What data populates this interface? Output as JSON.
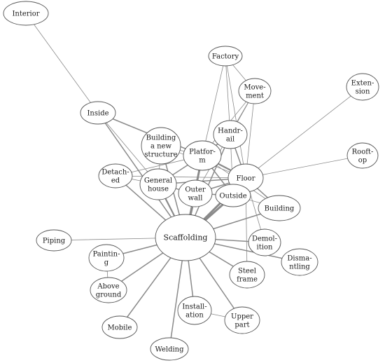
{
  "diagram": {
    "type": "co-occurrence-network",
    "nodes": [
      {
        "id": "interior",
        "lines": [
          "Interior"
        ]
      },
      {
        "id": "factory",
        "lines": [
          "Factory"
        ]
      },
      {
        "id": "movement",
        "lines": [
          "Move-",
          "ment"
        ]
      },
      {
        "id": "extension",
        "lines": [
          "Exten-",
          "sion"
        ]
      },
      {
        "id": "inside",
        "lines": [
          "Inside"
        ]
      },
      {
        "id": "handrail",
        "lines": [
          "Handr-",
          "ail"
        ]
      },
      {
        "id": "building-new-structure",
        "lines": [
          "Building",
          "a new",
          "structure"
        ]
      },
      {
        "id": "platform",
        "lines": [
          "Platfor-",
          "m"
        ]
      },
      {
        "id": "rooftop",
        "lines": [
          "Rooft-",
          "op"
        ]
      },
      {
        "id": "detached",
        "lines": [
          "Detach-",
          "ed"
        ]
      },
      {
        "id": "general-house",
        "lines": [
          "General",
          "house"
        ]
      },
      {
        "id": "floor",
        "lines": [
          "Floor"
        ]
      },
      {
        "id": "outer-wall",
        "lines": [
          "Outer",
          "wall"
        ]
      },
      {
        "id": "outside",
        "lines": [
          "Outside"
        ]
      },
      {
        "id": "building",
        "lines": [
          "Building"
        ]
      },
      {
        "id": "piping",
        "lines": [
          "Piping"
        ]
      },
      {
        "id": "scaffolding",
        "lines": [
          "Scaffolding"
        ]
      },
      {
        "id": "demolition",
        "lines": [
          "Demol-",
          "ition"
        ]
      },
      {
        "id": "painting",
        "lines": [
          "Paintin-",
          "g"
        ]
      },
      {
        "id": "dismantling",
        "lines": [
          "Disma-",
          "ntling"
        ]
      },
      {
        "id": "steel-frame",
        "lines": [
          "Steel",
          "frame"
        ]
      },
      {
        "id": "above-ground",
        "lines": [
          "Above",
          "ground"
        ]
      },
      {
        "id": "installation",
        "lines": [
          "Install-",
          "ation"
        ]
      },
      {
        "id": "upper-part",
        "lines": [
          "Upper",
          "part"
        ]
      },
      {
        "id": "mobile",
        "lines": [
          "Mobile"
        ]
      },
      {
        "id": "welding",
        "lines": [
          "Welding"
        ]
      }
    ],
    "edges": [
      {
        "from": "interior",
        "to": "inside",
        "weight": 1
      },
      {
        "from": "inside",
        "to": "scaffolding",
        "weight": 2
      },
      {
        "from": "inside",
        "to": "platform",
        "weight": 2
      },
      {
        "from": "inside",
        "to": "general-house",
        "weight": 1
      },
      {
        "from": "factory",
        "to": "movement",
        "weight": 1
      },
      {
        "from": "factory",
        "to": "handrail",
        "weight": 1
      },
      {
        "from": "factory",
        "to": "platform",
        "weight": 1
      },
      {
        "from": "factory",
        "to": "floor",
        "weight": 1
      },
      {
        "from": "movement",
        "to": "handrail",
        "weight": 1
      },
      {
        "from": "movement",
        "to": "platform",
        "weight": 1
      },
      {
        "from": "movement",
        "to": "floor",
        "weight": 1
      },
      {
        "from": "movement",
        "to": "outer-wall",
        "weight": 1
      },
      {
        "from": "extension",
        "to": "floor",
        "weight": 1
      },
      {
        "from": "rooftop",
        "to": "floor",
        "weight": 1
      },
      {
        "from": "handrail",
        "to": "platform",
        "weight": 2
      },
      {
        "from": "handrail",
        "to": "floor",
        "weight": 2
      },
      {
        "from": "handrail",
        "to": "scaffolding",
        "weight": 2
      },
      {
        "from": "handrail",
        "to": "outside",
        "weight": 1
      },
      {
        "from": "building-new-structure",
        "to": "platform",
        "weight": 1
      },
      {
        "from": "building-new-structure",
        "to": "scaffolding",
        "weight": 2
      },
      {
        "from": "building-new-structure",
        "to": "floor",
        "weight": 1
      },
      {
        "from": "building-new-structure",
        "to": "general-house",
        "weight": 1
      },
      {
        "from": "platform",
        "to": "floor",
        "weight": 3
      },
      {
        "from": "platform",
        "to": "scaffolding",
        "weight": 4
      },
      {
        "from": "platform",
        "to": "outer-wall",
        "weight": 2
      },
      {
        "from": "platform",
        "to": "outside",
        "weight": 2
      },
      {
        "from": "platform",
        "to": "general-house",
        "weight": 2
      },
      {
        "from": "platform",
        "to": "detached",
        "weight": 1
      },
      {
        "from": "platform",
        "to": "building",
        "weight": 1
      },
      {
        "from": "detached",
        "to": "general-house",
        "weight": 1
      },
      {
        "from": "detached",
        "to": "scaffolding",
        "weight": 2
      },
      {
        "from": "detached",
        "to": "floor",
        "weight": 1
      },
      {
        "from": "general-house",
        "to": "scaffolding",
        "weight": 3
      },
      {
        "from": "general-house",
        "to": "floor",
        "weight": 2
      },
      {
        "from": "general-house",
        "to": "outer-wall",
        "weight": 2
      },
      {
        "from": "floor",
        "to": "scaffolding",
        "weight": 4
      },
      {
        "from": "floor",
        "to": "outer-wall",
        "weight": 2
      },
      {
        "from": "floor",
        "to": "outside",
        "weight": 2
      },
      {
        "from": "floor",
        "to": "building",
        "weight": 2
      },
      {
        "from": "floor",
        "to": "demolition",
        "weight": 1
      },
      {
        "from": "floor",
        "to": "steel-frame",
        "weight": 1
      },
      {
        "from": "outer-wall",
        "to": "scaffolding",
        "weight": 4
      },
      {
        "from": "outer-wall",
        "to": "outside",
        "weight": 2
      },
      {
        "from": "outside",
        "to": "scaffolding",
        "weight": 4
      },
      {
        "from": "outside",
        "to": "building",
        "weight": 1
      },
      {
        "from": "building",
        "to": "scaffolding",
        "weight": 2
      },
      {
        "from": "scaffolding",
        "to": "piping",
        "weight": 1
      },
      {
        "from": "scaffolding",
        "to": "demolition",
        "weight": 2
      },
      {
        "from": "scaffolding",
        "to": "dismantling",
        "weight": 2
      },
      {
        "from": "scaffolding",
        "to": "steel-frame",
        "weight": 2
      },
      {
        "from": "scaffolding",
        "to": "painting",
        "weight": 2
      },
      {
        "from": "scaffolding",
        "to": "above-ground",
        "weight": 2
      },
      {
        "from": "scaffolding",
        "to": "installation",
        "weight": 2
      },
      {
        "from": "scaffolding",
        "to": "upper-part",
        "weight": 2
      },
      {
        "from": "scaffolding",
        "to": "mobile",
        "weight": 2
      },
      {
        "from": "scaffolding",
        "to": "welding",
        "weight": 2
      },
      {
        "from": "painting",
        "to": "above-ground",
        "weight": 1
      },
      {
        "from": "installation",
        "to": "upper-part",
        "weight": 1
      }
    ]
  }
}
